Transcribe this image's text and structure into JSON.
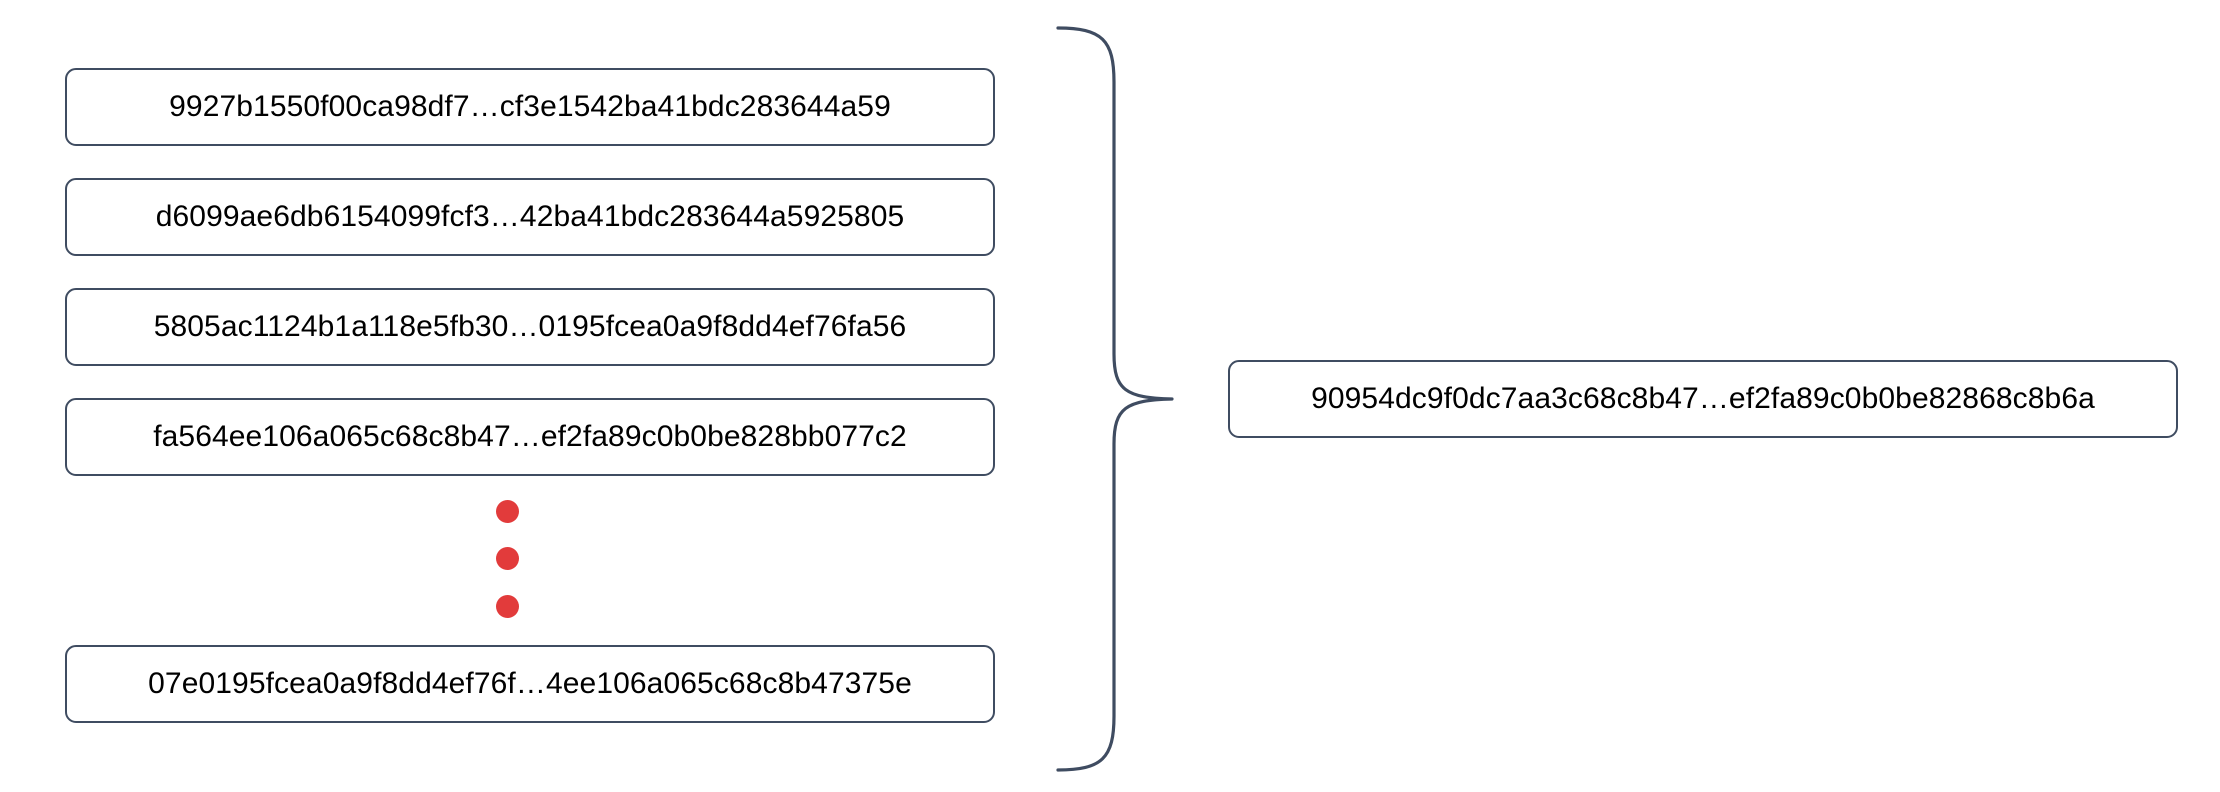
{
  "diagram": {
    "type": "aggregation-brace",
    "colors": {
      "box_border": "#3f4c61",
      "box_fill": "#ffffff",
      "text": "#000000",
      "dot": "#e23b3b",
      "brace_stroke": "#3f4c61",
      "background": "#ffffff"
    },
    "inputs": {
      "truncation_marker": "…",
      "items": [
        {
          "label": "9927b1550f00ca98df7…cf3e1542ba41bdc283644a59"
        },
        {
          "label": "d6099ae6db6154099fcf3…42ba41bdc283644a5925805"
        },
        {
          "label": "5805ac1124b1a118e5fb30…0195fcea0a9f8dd4ef76fa56"
        },
        {
          "label": "fa564ee106a065c68c8b47…ef2fa89c0b0be828bb077c2"
        },
        {
          "label": "07e0195fcea0a9f8dd4ef76f…4ee106a065c68c8b47375e"
        }
      ],
      "continuation_dots": 3
    },
    "output": {
      "label": "90954dc9f0dc7aa3c68c8b47…ef2fa89c0b0be82868c8b6a"
    }
  }
}
